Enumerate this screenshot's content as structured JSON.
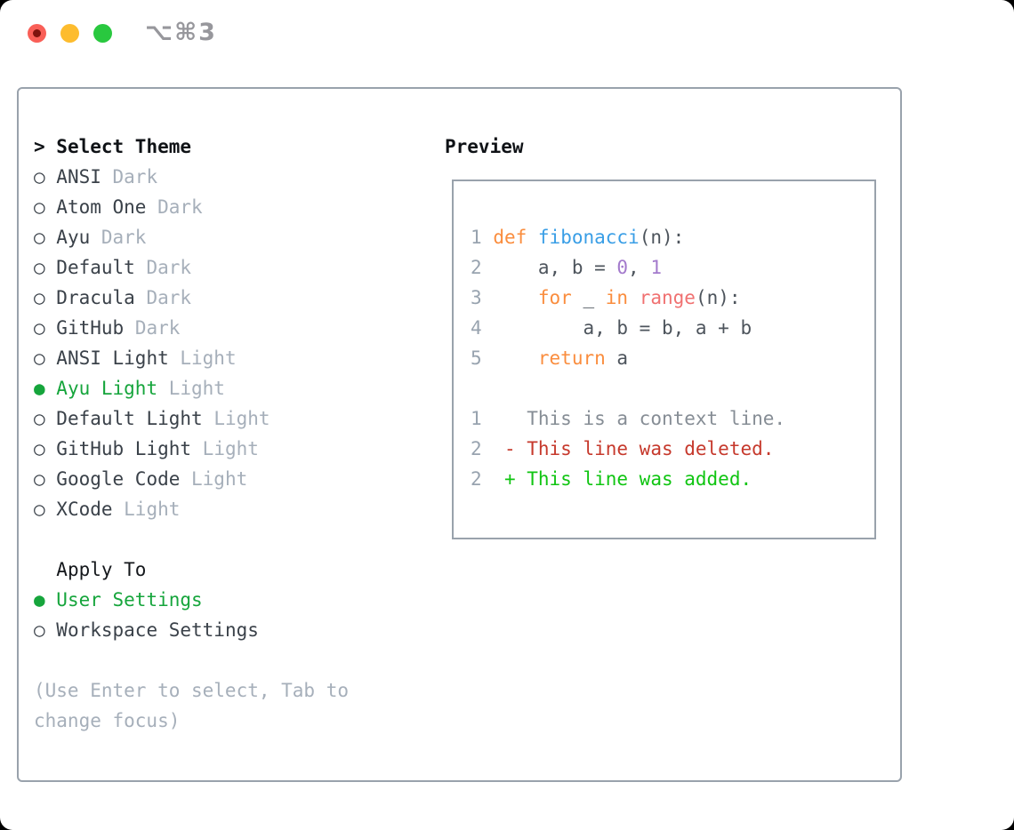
{
  "titlebar": {
    "shortcut": "⌥⌘3"
  },
  "glyphs": {
    "radio_selected": "●",
    "radio_unselected": "○"
  },
  "left": {
    "prompt": "> ",
    "title": "Select Theme",
    "themes": [
      {
        "name": "ANSI",
        "variant": "Dark",
        "selected": false
      },
      {
        "name": "Atom One",
        "variant": "Dark",
        "selected": false
      },
      {
        "name": "Ayu",
        "variant": "Dark",
        "selected": false
      },
      {
        "name": "Default",
        "variant": "Dark",
        "selected": false
      },
      {
        "name": "Dracula",
        "variant": "Dark",
        "selected": false
      },
      {
        "name": "GitHub",
        "variant": "Dark",
        "selected": false
      },
      {
        "name": "ANSI Light",
        "variant": "Light",
        "selected": false
      },
      {
        "name": "Ayu Light",
        "variant": "Light",
        "selected": true
      },
      {
        "name": "Default Light",
        "variant": "Light",
        "selected": false
      },
      {
        "name": "GitHub Light",
        "variant": "Light",
        "selected": false
      },
      {
        "name": "Google Code",
        "variant": "Light",
        "selected": false
      },
      {
        "name": "XCode",
        "variant": "Light",
        "selected": false
      }
    ],
    "apply_title": "Apply To",
    "apply_options": [
      {
        "label": "User Settings",
        "selected": true
      },
      {
        "label": "Workspace Settings",
        "selected": false
      }
    ],
    "hint": "(Use Enter to select, Tab to change focus)"
  },
  "preview": {
    "title": "Preview",
    "code_lines": [
      {
        "num": "1",
        "tokens": [
          {
            "t": "def",
            "c": "kw"
          },
          {
            "t": " ",
            "c": "d"
          },
          {
            "t": "fibonacci",
            "c": "fn"
          },
          {
            "t": "(n):",
            "c": "d"
          }
        ]
      },
      {
        "num": "2",
        "tokens": [
          {
            "t": "    a, b = ",
            "c": "d"
          },
          {
            "t": "0",
            "c": "num"
          },
          {
            "t": ", ",
            "c": "d"
          },
          {
            "t": "1",
            "c": "num"
          }
        ]
      },
      {
        "num": "3",
        "tokens": [
          {
            "t": "    ",
            "c": "d"
          },
          {
            "t": "for",
            "c": "kw"
          },
          {
            "t": " _ ",
            "c": "d"
          },
          {
            "t": "in",
            "c": "kw"
          },
          {
            "t": " ",
            "c": "d"
          },
          {
            "t": "range",
            "c": "call"
          },
          {
            "t": "(n):",
            "c": "d"
          }
        ]
      },
      {
        "num": "4",
        "tokens": [
          {
            "t": "        a, b = b, a + b",
            "c": "d"
          }
        ]
      },
      {
        "num": "5",
        "tokens": [
          {
            "t": "    ",
            "c": "d"
          },
          {
            "t": "return",
            "c": "kw"
          },
          {
            "t": " a",
            "c": "d"
          }
        ]
      }
    ],
    "diff_lines": [
      {
        "num": "1",
        "marker": " ",
        "kind": "context",
        "text": "This is a context line."
      },
      {
        "num": "2",
        "marker": "-",
        "kind": "deleted",
        "text": "This line was deleted."
      },
      {
        "num": "2",
        "marker": "+",
        "kind": "added",
        "text": "This line was added."
      }
    ]
  },
  "colors": {
    "accent_green": "#16a53c",
    "muted_gray": "#a6afba",
    "panel_border": "#99a2ac",
    "text_primary": "#3a4149",
    "syntax_keyword": "#fa8d3e",
    "syntax_function": "#399ee6",
    "syntax_call": "#f07171",
    "syntax_number": "#a37acc",
    "syntax_default": "#4d545c",
    "line_number": "#98a3af",
    "diff_context": "#868d95",
    "diff_deleted": "#c6392c",
    "diff_added": "#10c512",
    "traffic_red": "#f95f57",
    "traffic_yellow": "#fdbc2e",
    "traffic_green": "#29c83f"
  }
}
